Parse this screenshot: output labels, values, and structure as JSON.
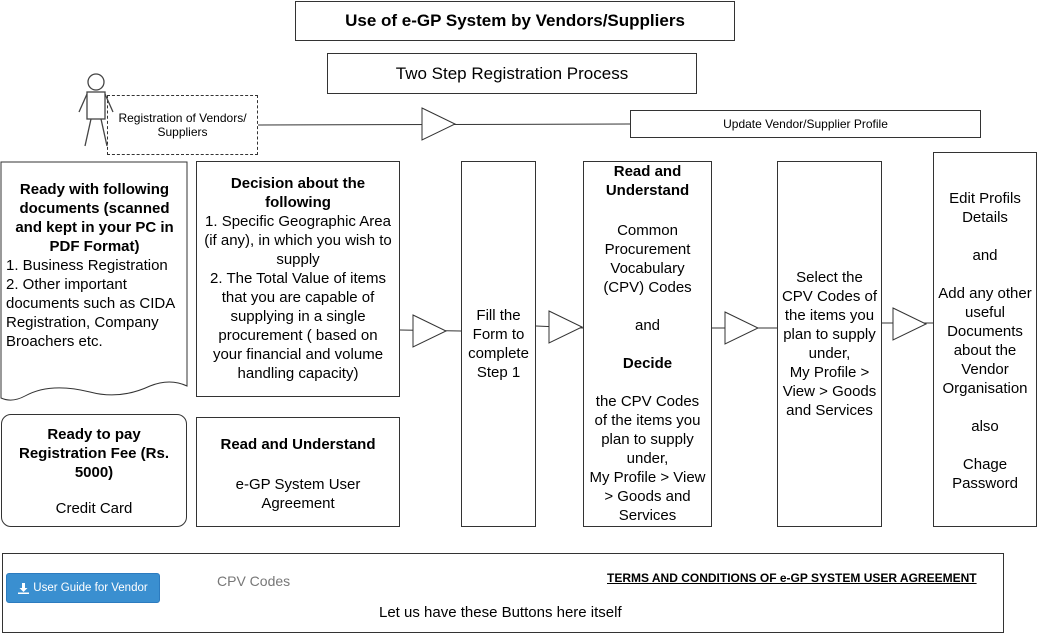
{
  "title": "Use of e-GP System by Vendors/Suppliers",
  "subtitle": "Two Step Registration Process",
  "actor_label": "Registration of Vendors/ Suppliers",
  "update_profile": "Update Vendor/Supplier Profile",
  "documents_box": {
    "heading": "Ready with following documents (scanned and kept in your PC in PDF Format)",
    "item1": "1. Business Registration",
    "item2": "2. Other important documents  such as CIDA Registration, Company Broachers etc."
  },
  "decision_box": {
    "heading": "Decision about the following",
    "item1": "1. Specific Geographic Area (if any), in which you wish to supply",
    "item2": "2. The Total Value of items that you are capable of supplying in a single procurement ( based on your financial and volume handling capacity)"
  },
  "fee_box": {
    "heading": "Ready to pay Registration Fee (Rs. 5000)",
    "method": "Credit Card"
  },
  "agreement_box": {
    "heading": "Read and Understand",
    "text": "e-GP System User Agreement"
  },
  "fill_form": "Fill the Form to complete Step 1",
  "cpv_box": {
    "heading1": "Read and Understand",
    "text1": "Common Procurement Vocabulary (CPV) Codes",
    "and": "and",
    "heading2": "Decide",
    "text2": "the CPV Codes of the items you plan to supply under,",
    "path": "My Profile > View > Goods and Services"
  },
  "select_box": {
    "text": "Select the CPV Codes of the items you plan to supply under,",
    "path": "My Profile > View > Goods and Services"
  },
  "edit_box": {
    "line1": "Edit Profils Details",
    "and": "and",
    "line2": "Add any other useful Documents about the Vendor Organisation",
    "also": "also",
    "line3": "Chage Password"
  },
  "bottom": {
    "user_guide_button": "User Guide for Vendor",
    "cpv_codes": "CPV Codes",
    "terms_link": "TERMS AND CONDITIONS OF e-GP SYSTEM USER AGREEMENT",
    "note": "Let us have these Buttons here itself"
  },
  "icons": {
    "actor": "person-icon",
    "arrow": "triangle-arrow-icon",
    "download": "download-icon"
  },
  "colors": {
    "button": "#3a8fd0"
  }
}
